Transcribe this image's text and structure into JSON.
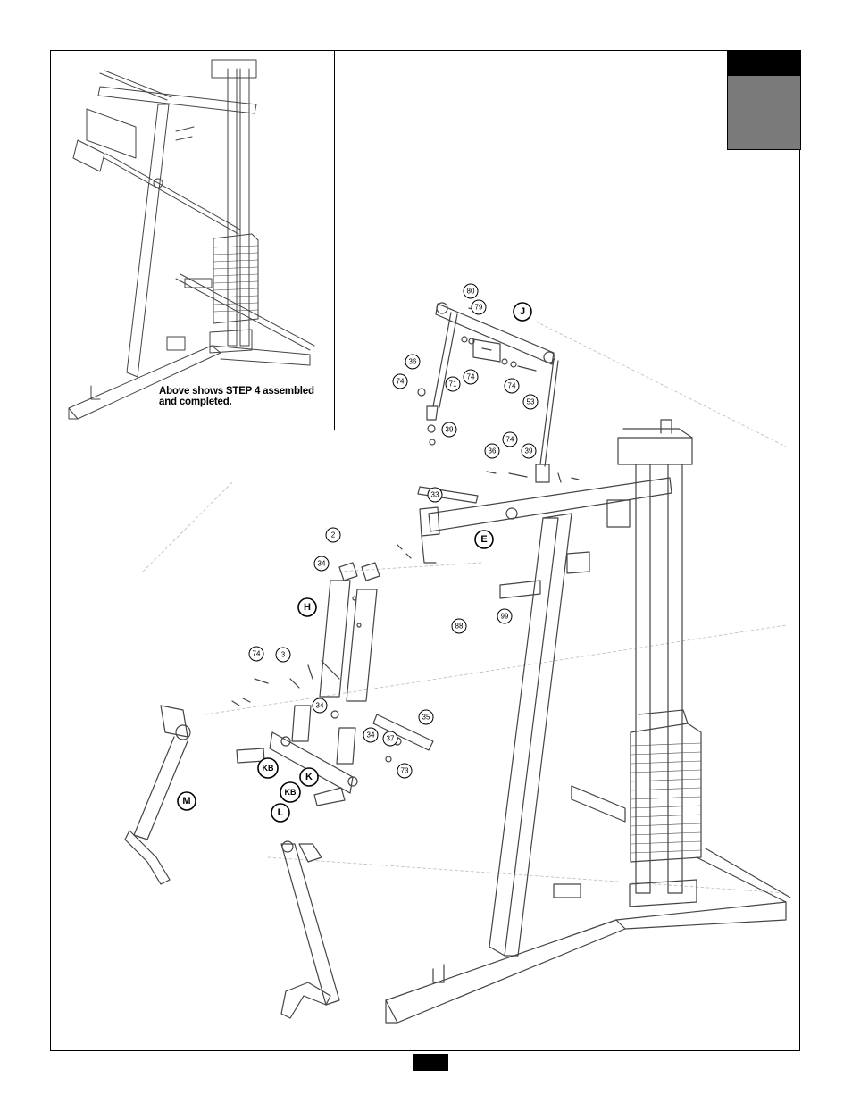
{
  "inset": {
    "caption_line1": "Above shows STEP 4 assembled",
    "caption_line2": "and completed."
  },
  "part_labels": [
    "80",
    "79",
    "71",
    "74",
    "74",
    "53",
    "36",
    "74",
    "39",
    "36",
    "74",
    "39",
    "33",
    "2",
    "34",
    "88",
    "99",
    "74",
    "3",
    "34",
    "35",
    "34",
    "37",
    "73"
  ],
  "assembly_labels": [
    "J",
    "E",
    "H",
    "K",
    "KB",
    "KB",
    "M",
    "L"
  ],
  "colors": {
    "frame": "#000000",
    "tab_black": "#000000",
    "tab_grey": "#7a7a7a",
    "line_art": "#444444"
  }
}
